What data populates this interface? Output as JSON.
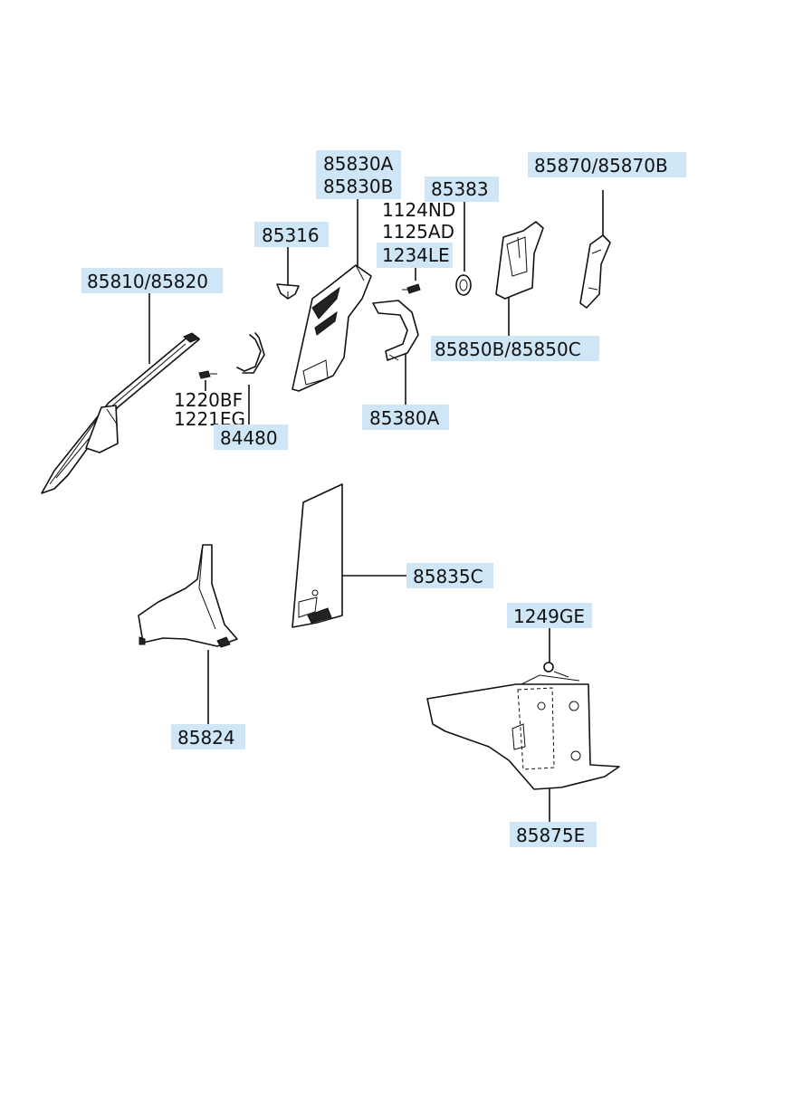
{
  "parts": {
    "p85830a": "85830A",
    "p85830b": "85830B",
    "p85383": "85383",
    "p1124nd": "1124ND",
    "p1125ad": "1125AD",
    "p1234le": "1234LE",
    "p85870": "85870/85870B",
    "p85316": "85316",
    "p85810": "85810/85820",
    "p85850": "85850B/85850C",
    "p1220bf": "1220BF",
    "p1221eg": "1221EG",
    "p84480": "84480",
    "p85380a": "85380A",
    "p85835c": "85835C",
    "p1249ge": "1249GE",
    "p85824": "85824",
    "p85875e": "85875E"
  },
  "colors": {
    "label_background": "#cfe6f7",
    "line": "#111111"
  }
}
